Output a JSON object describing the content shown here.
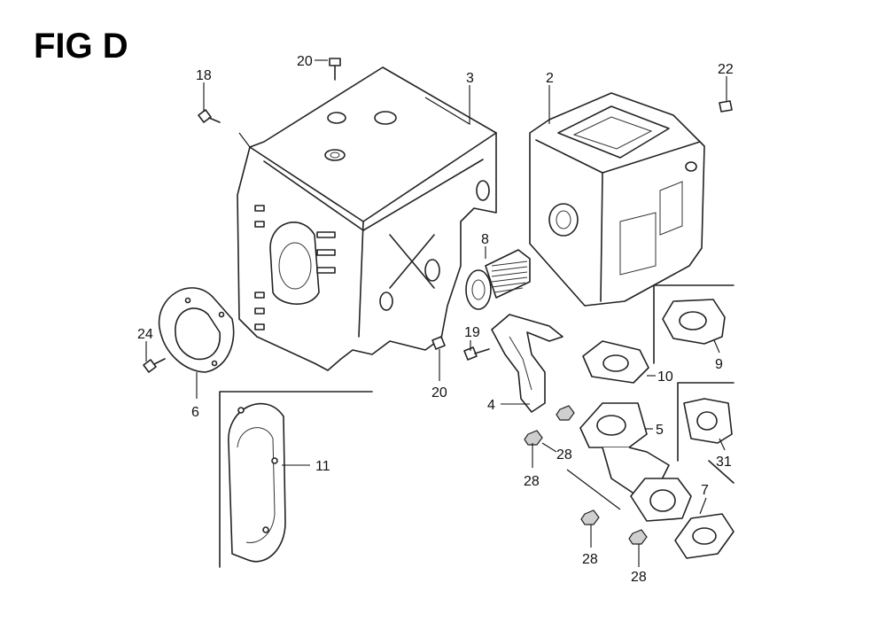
{
  "figure": {
    "title": "FIG D"
  },
  "callouts": {
    "c18": "18",
    "c20a": "20",
    "c3": "3",
    "c2": "2",
    "c22": "22",
    "c8": "8",
    "c24": "24",
    "c6": "6",
    "c19": "19",
    "c20b": "20",
    "c4": "4",
    "c10": "10",
    "c9": "9",
    "c5": "5",
    "c31": "31",
    "c11": "11",
    "c28a": "28",
    "c28b": "28",
    "c28c": "28",
    "c28d": "28",
    "c7": "7"
  }
}
